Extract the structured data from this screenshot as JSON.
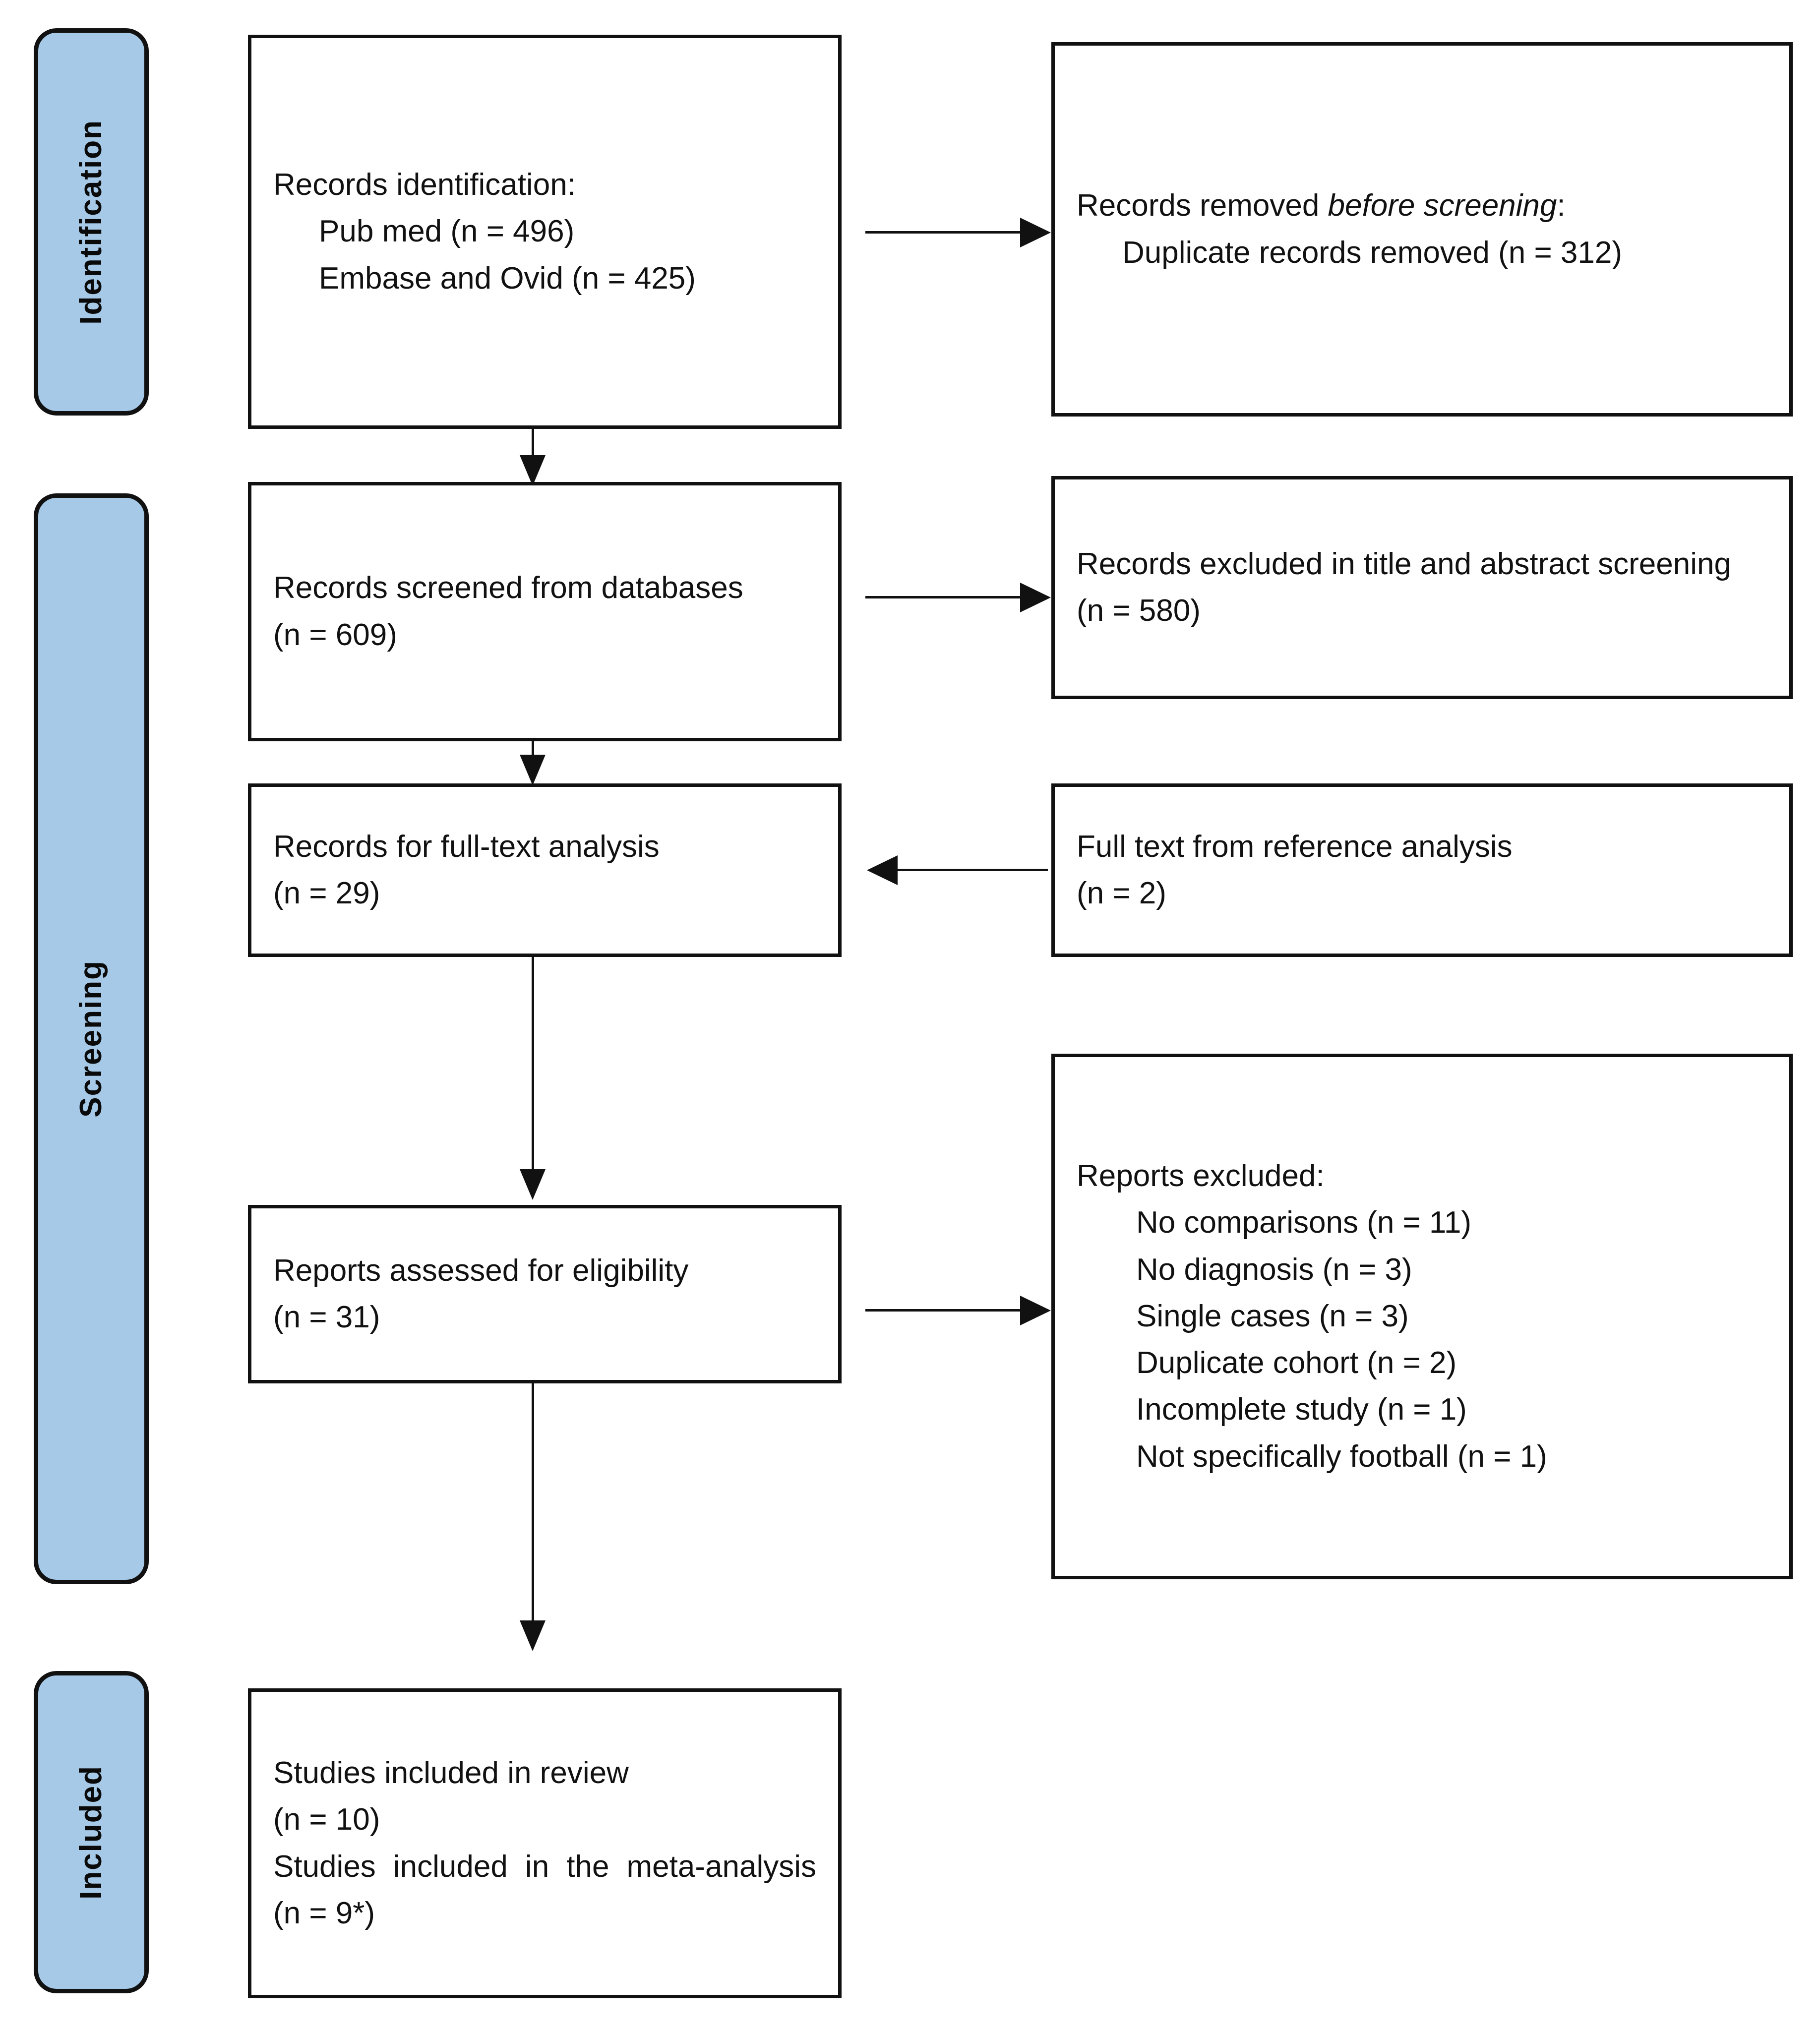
{
  "diagram": {
    "title": "PRISMA flow diagram",
    "accent_color": "#A6C9E8",
    "line_color": "#111111",
    "phases": [
      {
        "id": "identification",
        "label": "Identification"
      },
      {
        "id": "screening",
        "label": "Screening"
      },
      {
        "id": "included",
        "label": "Included"
      }
    ],
    "boxes": {
      "records_identification": {
        "line1": "Records identification:",
        "line2": "Pub med (n = 496)",
        "line3": "Embase and Ovid (n = 425)"
      },
      "records_removed": {
        "line1_prefix": "Records removed ",
        "line1_italic": "before screening",
        "line1_suffix": ":",
        "line2": "Duplicate records removed (n = 312)"
      },
      "records_screened": {
        "line1": "Records screened from databases",
        "line2": "(n = 609)"
      },
      "records_excluded_title_abstract": {
        "line1": "Records excluded in title and abstract screening",
        "line2": "(n = 580)"
      },
      "records_full_text": {
        "line1": "Records for full-text analysis",
        "line2": "(n = 29)"
      },
      "full_text_reference": {
        "line1": "Full text from reference analysis",
        "line2": "(n = 2)"
      },
      "reports_assessed": {
        "line1": "Reports assessed for eligibility",
        "line2": "(n = 31)"
      },
      "reports_excluded": {
        "title": "Reports excluded:",
        "reasons": [
          "No comparisons (n = 11)",
          "No diagnosis (n = 3)",
          "Single cases (n = 3)",
          "Duplicate cohort (n = 2)",
          "Incomplete study (n = 1)",
          "Not specifically football (n = 1)"
        ]
      },
      "studies_included": {
        "line1": "Studies included in review",
        "line2": "(n = 10)",
        "line3": "Studies included in the meta-analysis (n = 9*)"
      }
    }
  }
}
